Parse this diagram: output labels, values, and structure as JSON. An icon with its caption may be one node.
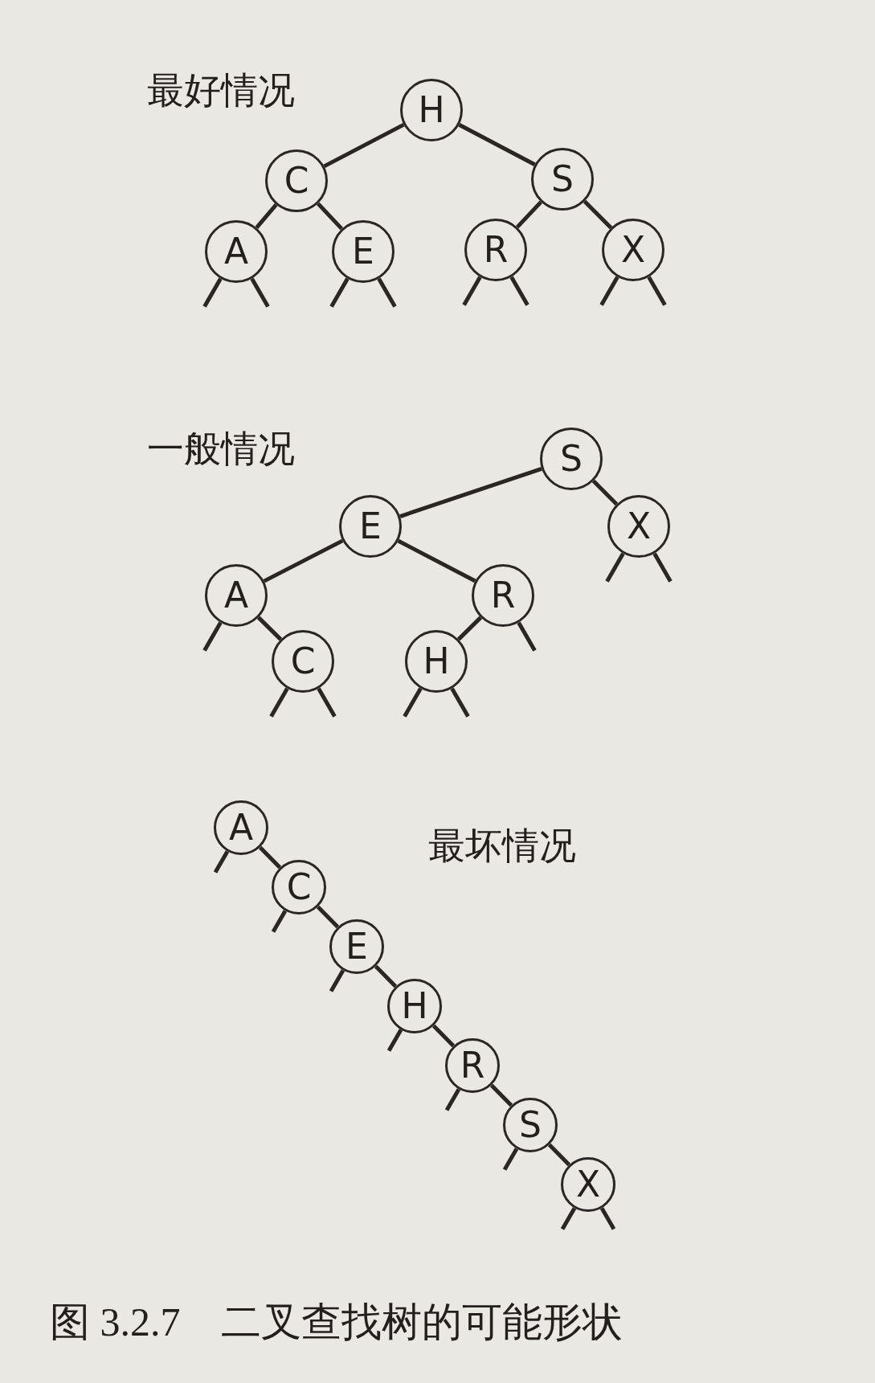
{
  "diagram": {
    "caption": "图 3.2.7　二叉查找树的可能形状",
    "nodes": [
      {
        "text": [
          "H"
        ]
      },
      {
        "text": [
          "C"
        ]
      },
      {
        "text": [
          "S"
        ]
      },
      {
        "text": [
          "A"
        ]
      },
      {
        "text": [
          "E"
        ]
      },
      {
        "text": [
          "R"
        ]
      },
      {
        "text": [
          "X"
        ]
      },
      {
        "text": [
          "S"
        ]
      },
      {
        "text": [
          "E"
        ]
      },
      {
        "text": [
          "X"
        ]
      },
      {
        "text": [
          "A"
        ]
      },
      {
        "text": [
          "R"
        ]
      },
      {
        "text": [
          "C"
        ]
      },
      {
        "text": [
          "H"
        ]
      },
      {
        "text": [
          "A"
        ]
      },
      {
        "text": [
          "C"
        ]
      },
      {
        "text": [
          "E"
        ]
      },
      {
        "text": [
          "H"
        ]
      },
      {
        "text": [
          "R"
        ]
      },
      {
        "text": [
          "S"
        ]
      },
      {
        "text": [
          "X"
        ]
      }
    ],
    "edges": [
      {
        "from": 0,
        "to": 1,
        "arrow": "none"
      },
      {
        "from": 0,
        "to": 2,
        "arrow": "none"
      },
      {
        "from": 1,
        "to": 3,
        "arrow": "none"
      },
      {
        "from": 1,
        "to": 4,
        "arrow": "none"
      },
      {
        "from": 2,
        "to": 5,
        "arrow": "none"
      },
      {
        "from": 2,
        "to": 6,
        "arrow": "none"
      },
      {
        "from": 3,
        "to": null,
        "arrow": "none"
      },
      {
        "from": 3,
        "to": null,
        "arrow": "none"
      },
      {
        "from": 4,
        "to": null,
        "arrow": "none"
      },
      {
        "from": 4,
        "to": null,
        "arrow": "none"
      },
      {
        "from": 5,
        "to": null,
        "arrow": "none"
      },
      {
        "from": 5,
        "to": null,
        "arrow": "none"
      },
      {
        "from": 6,
        "to": null,
        "arrow": "none"
      },
      {
        "from": 6,
        "to": null,
        "arrow": "none"
      },
      {
        "from": 7,
        "to": 8,
        "arrow": "none"
      },
      {
        "from": 7,
        "to": 9,
        "arrow": "none"
      },
      {
        "from": 8,
        "to": 10,
        "arrow": "none"
      },
      {
        "from": 8,
        "to": 11,
        "arrow": "none"
      },
      {
        "from": 10,
        "to": 12,
        "arrow": "none"
      },
      {
        "from": 11,
        "to": 13,
        "arrow": "none"
      },
      {
        "from": 9,
        "to": null,
        "arrow": "none"
      },
      {
        "from": 9,
        "to": null,
        "arrow": "none"
      },
      {
        "from": 10,
        "to": null,
        "arrow": "none"
      },
      {
        "from": 11,
        "to": null,
        "arrow": "none"
      },
      {
        "from": 12,
        "to": null,
        "arrow": "none"
      },
      {
        "from": 12,
        "to": null,
        "arrow": "none"
      },
      {
        "from": 13,
        "to": null,
        "arrow": "none"
      },
      {
        "from": 13,
        "to": null,
        "arrow": "none"
      },
      {
        "from": 14,
        "to": 15,
        "arrow": "none"
      },
      {
        "from": 15,
        "to": 16,
        "arrow": "none"
      },
      {
        "from": 16,
        "to": 17,
        "arrow": "none"
      },
      {
        "from": 17,
        "to": 18,
        "arrow": "none"
      },
      {
        "from": 18,
        "to": 19,
        "arrow": "none"
      },
      {
        "from": 19,
        "to": 20,
        "arrow": "none"
      },
      {
        "from": 14,
        "to": null,
        "arrow": "none"
      },
      {
        "from": 15,
        "to": null,
        "arrow": "none"
      },
      {
        "from": 16,
        "to": null,
        "arrow": "none"
      },
      {
        "from": 17,
        "to": null,
        "arrow": "none"
      },
      {
        "from": 18,
        "to": null,
        "arrow": "none"
      },
      {
        "from": 19,
        "to": null,
        "arrow": "none"
      },
      {
        "from": 20,
        "to": null,
        "arrow": "none"
      },
      {
        "from": 20,
        "to": null,
        "arrow": "none"
      }
    ],
    "labels": [
      "最好情况",
      "一般情况",
      "最坏情况"
    ]
  }
}
